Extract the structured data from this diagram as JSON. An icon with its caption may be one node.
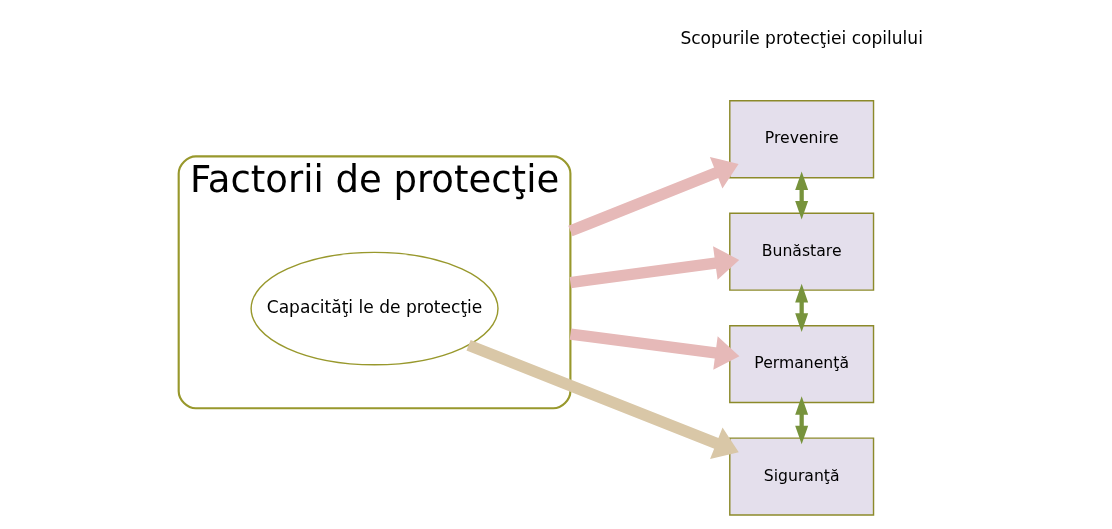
{
  "diagram": {
    "nodes": [
      {
        "text": [
          "Factorii de protecţie"
        ]
      },
      {
        "text": [
          "Capacităţi le de protecţie"
        ],
        "in": 0
      },
      {
        "text": [
          "Prevenire"
        ]
      },
      {
        "text": [
          "Bunăstare"
        ]
      },
      {
        "text": [
          "Permanenţă"
        ]
      },
      {
        "text": [
          "Siguranţă"
        ]
      }
    ],
    "edges": [
      {
        "from": 0,
        "to": 2,
        "arrow": "to"
      },
      {
        "from": 0,
        "to": 3,
        "arrow": "to"
      },
      {
        "from": 0,
        "to": 4,
        "arrow": "to"
      },
      {
        "from": 1,
        "to": 5,
        "arrow": "to",
        "color": "#d9c7a7"
      },
      {
        "from": 2,
        "to": 3,
        "arrow": "both",
        "color": "#77933c"
      },
      {
        "from": 3,
        "to": 4,
        "arrow": "both",
        "color": "#77933c"
      },
      {
        "from": 4,
        "to": 5,
        "arrow": "both",
        "color": "#77933c"
      }
    ],
    "labels": [
      "Scopurile protecţiei copilului"
    ]
  }
}
